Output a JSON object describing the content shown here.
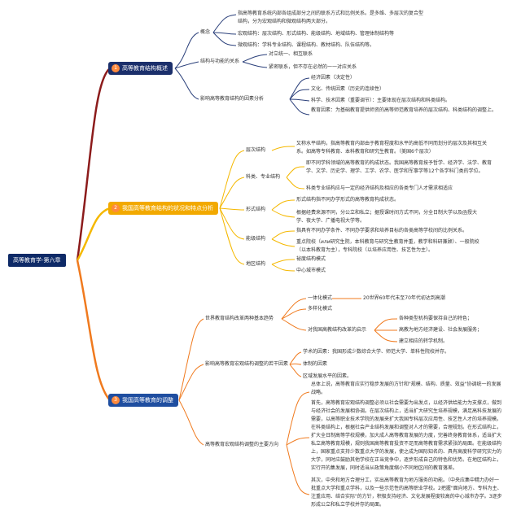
{
  "root": "高等教育学-第六章",
  "branches": [
    {
      "num": "1",
      "label": "高等教育结构概述",
      "children": {
        "concept": "概念",
        "concept_1": "指高等教育系统内部各组成部分之间的联系方式和比例关系。是多维、多层次的复合型结构，分为宏观结构和微观结构两大部分。",
        "concept_2": "宏观结构：层次结构、形式结构、能级结构、地域结构、管理体制结构等",
        "concept_3": "微观结构：学科专业结构、课程结构、教材结构、队伍结构等。",
        "relation": "结构与功能的关系",
        "relation_1": "对立统一、相互联系",
        "relation_2": "紧密联系，但不存在必然的一一对应关系",
        "factors": "影响高等教育结构的因素分析",
        "factors_1": "经济因素（决定性）",
        "factors_2": "文化、传统因素（历史的连续性）",
        "factors_3": "科学、技术因素（重要调节）：主要体现在层次结构和科类结构。",
        "factors_4": "教育因素：为基础教育提供师资的高等师范教育培养的层次结构、科类结构的调整上。"
      }
    },
    {
      "num": "2",
      "label": "我国高等教育结构的状况和特点分析",
      "children": {
        "level": "层次结构",
        "level_1": "又称水平结构，指高等教育内部由于教育程度和水平的高低不同而划分的层次及其相互关系。如高等专科教育、本科教育和研究生教育。（美国6个层次）",
        "discipline": "科类、专业结构",
        "discipline_1": "即不同学科领域的高等教育的构成状态。我国高等教育按予哲学、经济学、法学、教育学、文学、历史学、理学、工学、农学、医学和军事学等12个各学科门类的学位。",
        "discipline_2": "科类专业结构应与一定的经济结构及相应的各类专门人才需求相适应",
        "form": "形式结构",
        "form_1": "形式结构指不同办学形式的高等教育构成状态。",
        "form_2": "根据经费来源不同，分公立和私立；据授课时间方式不同，分全日制大学以及函授大学、夜大学、广播电视大学等。",
        "tier": "能级结构",
        "tier_1": "指具有不同办学条件、不同办学要求和培养目标的各类高等学校间的比例关系。",
        "tier_2": "重点院校（или研究生院，本科教育与研究生教育并重，教学和科研兼顾）、一般院校（以本科教育为主），专科院校（以培养应用性、技艺性为主）。",
        "region": "地区结构",
        "region_1": "祕度结构模式",
        "region_2": "中心城市模式"
      }
    },
    {
      "num": "3",
      "label": "我国高等教育的调整",
      "children": {
        "world": "世界教育结构改革两种基本趋势",
        "world_1": "一体化模式",
        "world_1a": "20世界60年代末至70年代初达到高潮",
        "world_2": "多样化模式",
        "world_3": "对我国高教结构改革的启示",
        "world_3a": "各种类型机构要保持自己的特色；",
        "world_3b": "高教为地方经济建设、社会发展服务；",
        "world_3c": "建立相应的转学机制。",
        "factors": "影响高等教育宏观结构调整的若干因素",
        "factors_1": "学术的因素：我国形成少数综合大学、师范大学、单科性院校并存。",
        "factors_2": "体制的因素",
        "factors_3": "区域发展水平的因素。",
        "direction": "高等教育宏观结构调整的主要方向",
        "direction_1": "总体上说，高等教育应实行稳步发展的方针和\"规模、结构、质量、效益\"协调统一的发展战略。",
        "direction_2": "首先，高等教育宏观结构调整必须以社会需要为出发点，以经济供给能力为支撑点，做到与经济社会的发展相协调。在层次结构上，适当扩大研究生培养规模，满足高科技发展的需要，以高等职业技术学院的发展来扩大我国专科层次应用性、技艺性人才的培养规模。在科类结构上，根据社会产业结构发展和调整对人才的需要，合理规划。在形式结构上，扩大全日制高等学校规模，加大成人高等教育发展的力度，完善终身教育体系，适当扩大私立高等教育规模，规则我国高等教育投资不足而高等教育需求紧张的局面。在能级结构上，国家重点支持少数重点大学的发展，使之成为国际知名的、具有高度科学研究实力的大学，同时应鼓励其他学校在正当竞争中，逐步形成自己的特色和优势。在地区结构上，实行开的集发展，同时适当从政策角度缩小不同地区间的教育落差。",
        "direction_3": "其次，中央和地方合理分工，实出高等教育为地方服务的功能。（中央应集中精力办好一批重点大学和重点学科，以及一些示范性的高等职业学校。2把握\"面向地方、专科为主、注重应用、结合实际\"的方针，积极支持经济、文化发展程度较高的中心城市办学。3逐步形成公立和私立学校并存的局面。"
      }
    }
  ],
  "colors": {
    "root_bg": "#0e2a67",
    "branch1_line": "#8c1b1b",
    "branch1_pill": "#1b2f6b",
    "branch2_line": "#f5b800",
    "branch2_pill": "#f2a900",
    "branch3_line": "#f07a1e",
    "branch3_pill": "#1f4ea0"
  }
}
